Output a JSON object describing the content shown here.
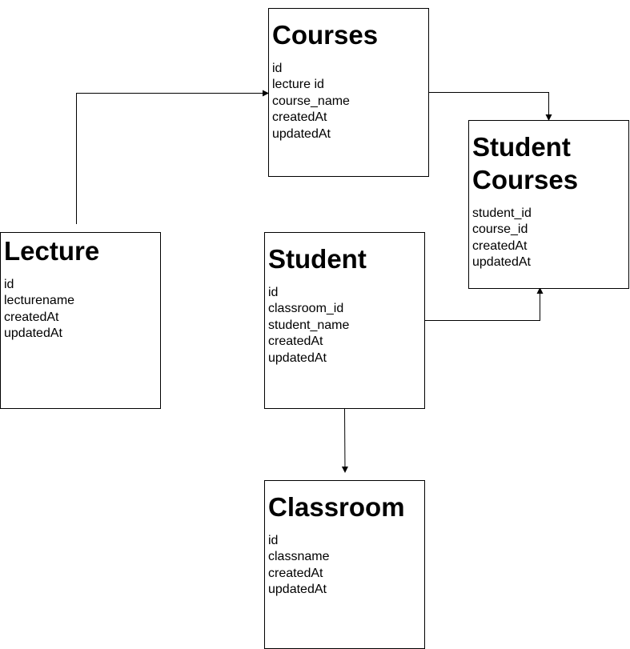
{
  "entities": {
    "courses": {
      "title": "Courses",
      "fields": [
        "id",
        "lecture id",
        "course_name",
        "createdAt",
        "updatedAt"
      ]
    },
    "student_courses": {
      "title_line1": "Student",
      "title_line2": "Courses",
      "fields": [
        "student_id",
        "course_id",
        "createdAt",
        "updatedAt"
      ]
    },
    "lecture": {
      "title": "Lecture",
      "fields": [
        "id",
        "lecturename",
        "createdAt",
        "updatedAt"
      ]
    },
    "student": {
      "title": "Student",
      "fields": [
        "id",
        "classroom_id",
        "student_name",
        "createdAt",
        "updatedAt"
      ]
    },
    "classroom": {
      "title": "Classroom",
      "fields": [
        "id",
        "classname",
        "createdAt",
        "updatedAt"
      ]
    }
  },
  "edges": [
    {
      "from": "Lecture",
      "to": "Courses"
    },
    {
      "from": "Courses",
      "to": "Student Courses"
    },
    {
      "from": "Student",
      "to": "Student Courses"
    },
    {
      "from": "Student",
      "to": "Classroom"
    }
  ],
  "colors": {
    "stroke": "#000000",
    "background": "#ffffff"
  }
}
